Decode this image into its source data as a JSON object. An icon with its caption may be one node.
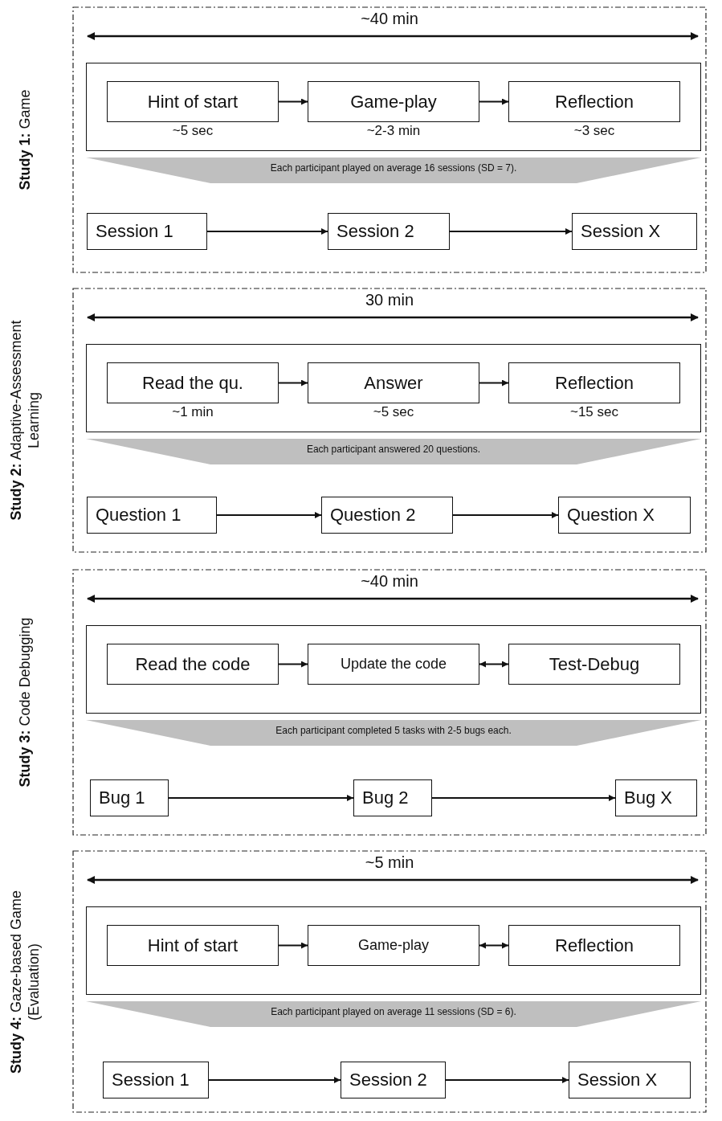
{
  "diagram": {
    "nodes": [
      {
        "text": [
          "**Study 1:** Game"
        ]
      },
      {
        "text": [],
        "shape": "box",
        "in": 0
      },
      {
        "text": [
          "Hint of start"
        ],
        "in": 1,
        "beside": [
          "~5 sec"
        ]
      },
      {
        "text": [
          "Game-play"
        ],
        "in": 1,
        "beside": [
          "~2-3 min"
        ]
      },
      {
        "text": [
          "Reflection"
        ],
        "in": 1,
        "beside": [
          "~3 sec"
        ]
      },
      {
        "text": [
          "Each participant played on average 16 sessions (SD = 7)."
        ],
        "in": 0
      },
      {
        "text": [
          "Session 1"
        ],
        "in": 0
      },
      {
        "text": [
          "Session 2"
        ],
        "in": 0
      },
      {
        "text": [
          "Session X"
        ],
        "in": 0
      },
      {
        "text": [
          "**Study 2:** Adaptive-Assessment Learning"
        ]
      },
      {
        "text": [],
        "shape": "box",
        "in": 9
      },
      {
        "text": [
          "Read the qu."
        ],
        "in": 10,
        "beside": [
          "~1 min"
        ]
      },
      {
        "text": [
          "Answer"
        ],
        "in": 10,
        "beside": [
          "~5 sec"
        ]
      },
      {
        "text": [
          "Reflection"
        ],
        "in": 10,
        "beside": [
          "~15 sec"
        ]
      },
      {
        "text": [
          "Each participant answered 20 questions."
        ],
        "in": 9
      },
      {
        "text": [
          "Question 1"
        ],
        "in": 9
      },
      {
        "text": [
          "Question 2"
        ],
        "in": 9
      },
      {
        "text": [
          "Question X"
        ],
        "in": 9
      },
      {
        "text": [
          "**Study 3:** Code Debugging"
        ]
      },
      {
        "text": [],
        "shape": "box",
        "in": 18
      },
      {
        "text": [
          "Read the code"
        ],
        "in": 19
      },
      {
        "text": [
          "Update the code"
        ],
        "in": 19
      },
      {
        "text": [
          "Test-Debug"
        ],
        "in": 19
      },
      {
        "text": [
          "Each participant completed 5 tasks with 2-5 bugs each."
        ],
        "in": 18
      },
      {
        "text": [
          "Bug 1"
        ],
        "in": 18
      },
      {
        "text": [
          "Bug 2"
        ],
        "in": 18
      },
      {
        "text": [
          "Bug X"
        ],
        "in": 18
      },
      {
        "text": [
          "**Study 4:** Gaze-based Game (Evaluation)"
        ]
      },
      {
        "text": [],
        "shape": "box",
        "in": 27
      },
      {
        "text": [
          "Hint of start"
        ],
        "in": 28
      },
      {
        "text": [
          "Game-play"
        ],
        "in": 28
      },
      {
        "text": [
          "Reflection"
        ],
        "in": 28
      },
      {
        "text": [
          "Each participant played on average 11 sessions (SD = 6)."
        ],
        "in": 27
      },
      {
        "text": [
          "Session 1"
        ],
        "in": 27
      },
      {
        "text": [
          "Session 2"
        ],
        "in": 27
      },
      {
        "text": [
          "Session X"
        ],
        "in": 27
      }
    ],
    "edges": [
      {
        "from": 2,
        "to": 3,
        "arrow": "to"
      },
      {
        "from": 3,
        "to": 4,
        "arrow": "to"
      },
      {
        "from": 6,
        "to": 7,
        "arrow": "to"
      },
      {
        "from": 7,
        "to": 8,
        "arrow": "to"
      },
      {
        "from": 11,
        "to": 12,
        "arrow": "to"
      },
      {
        "from": 12,
        "to": 13,
        "arrow": "to"
      },
      {
        "from": 15,
        "to": 16,
        "arrow": "to"
      },
      {
        "from": 16,
        "to": 17,
        "arrow": "to"
      },
      {
        "from": 20,
        "to": 21,
        "arrow": "to"
      },
      {
        "from": 21,
        "to": 22,
        "arrow": "both"
      },
      {
        "from": 24,
        "to": 25,
        "arrow": "to"
      },
      {
        "from": 25,
        "to": 26,
        "arrow": "to"
      },
      {
        "from": 29,
        "to": 30,
        "arrow": "to"
      },
      {
        "from": 30,
        "to": 31,
        "arrow": "both"
      },
      {
        "from": 33,
        "to": 34,
        "arrow": "to"
      },
      {
        "from": 34,
        "to": 35,
        "arrow": "to"
      }
    ],
    "labels": [
      "~40 min",
      "30 min",
      "~40 min",
      "~5 min"
    ]
  }
}
